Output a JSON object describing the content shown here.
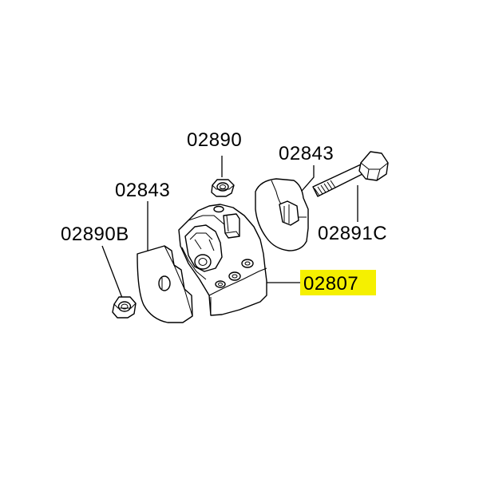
{
  "diagram": {
    "labels": {
      "nut_top": "02890",
      "washer_left": "02843",
      "nut_left": "02890B",
      "washer_right": "02843",
      "bolt": "02891C",
      "mount": "02807"
    },
    "highlight_color": "#f5f000"
  }
}
